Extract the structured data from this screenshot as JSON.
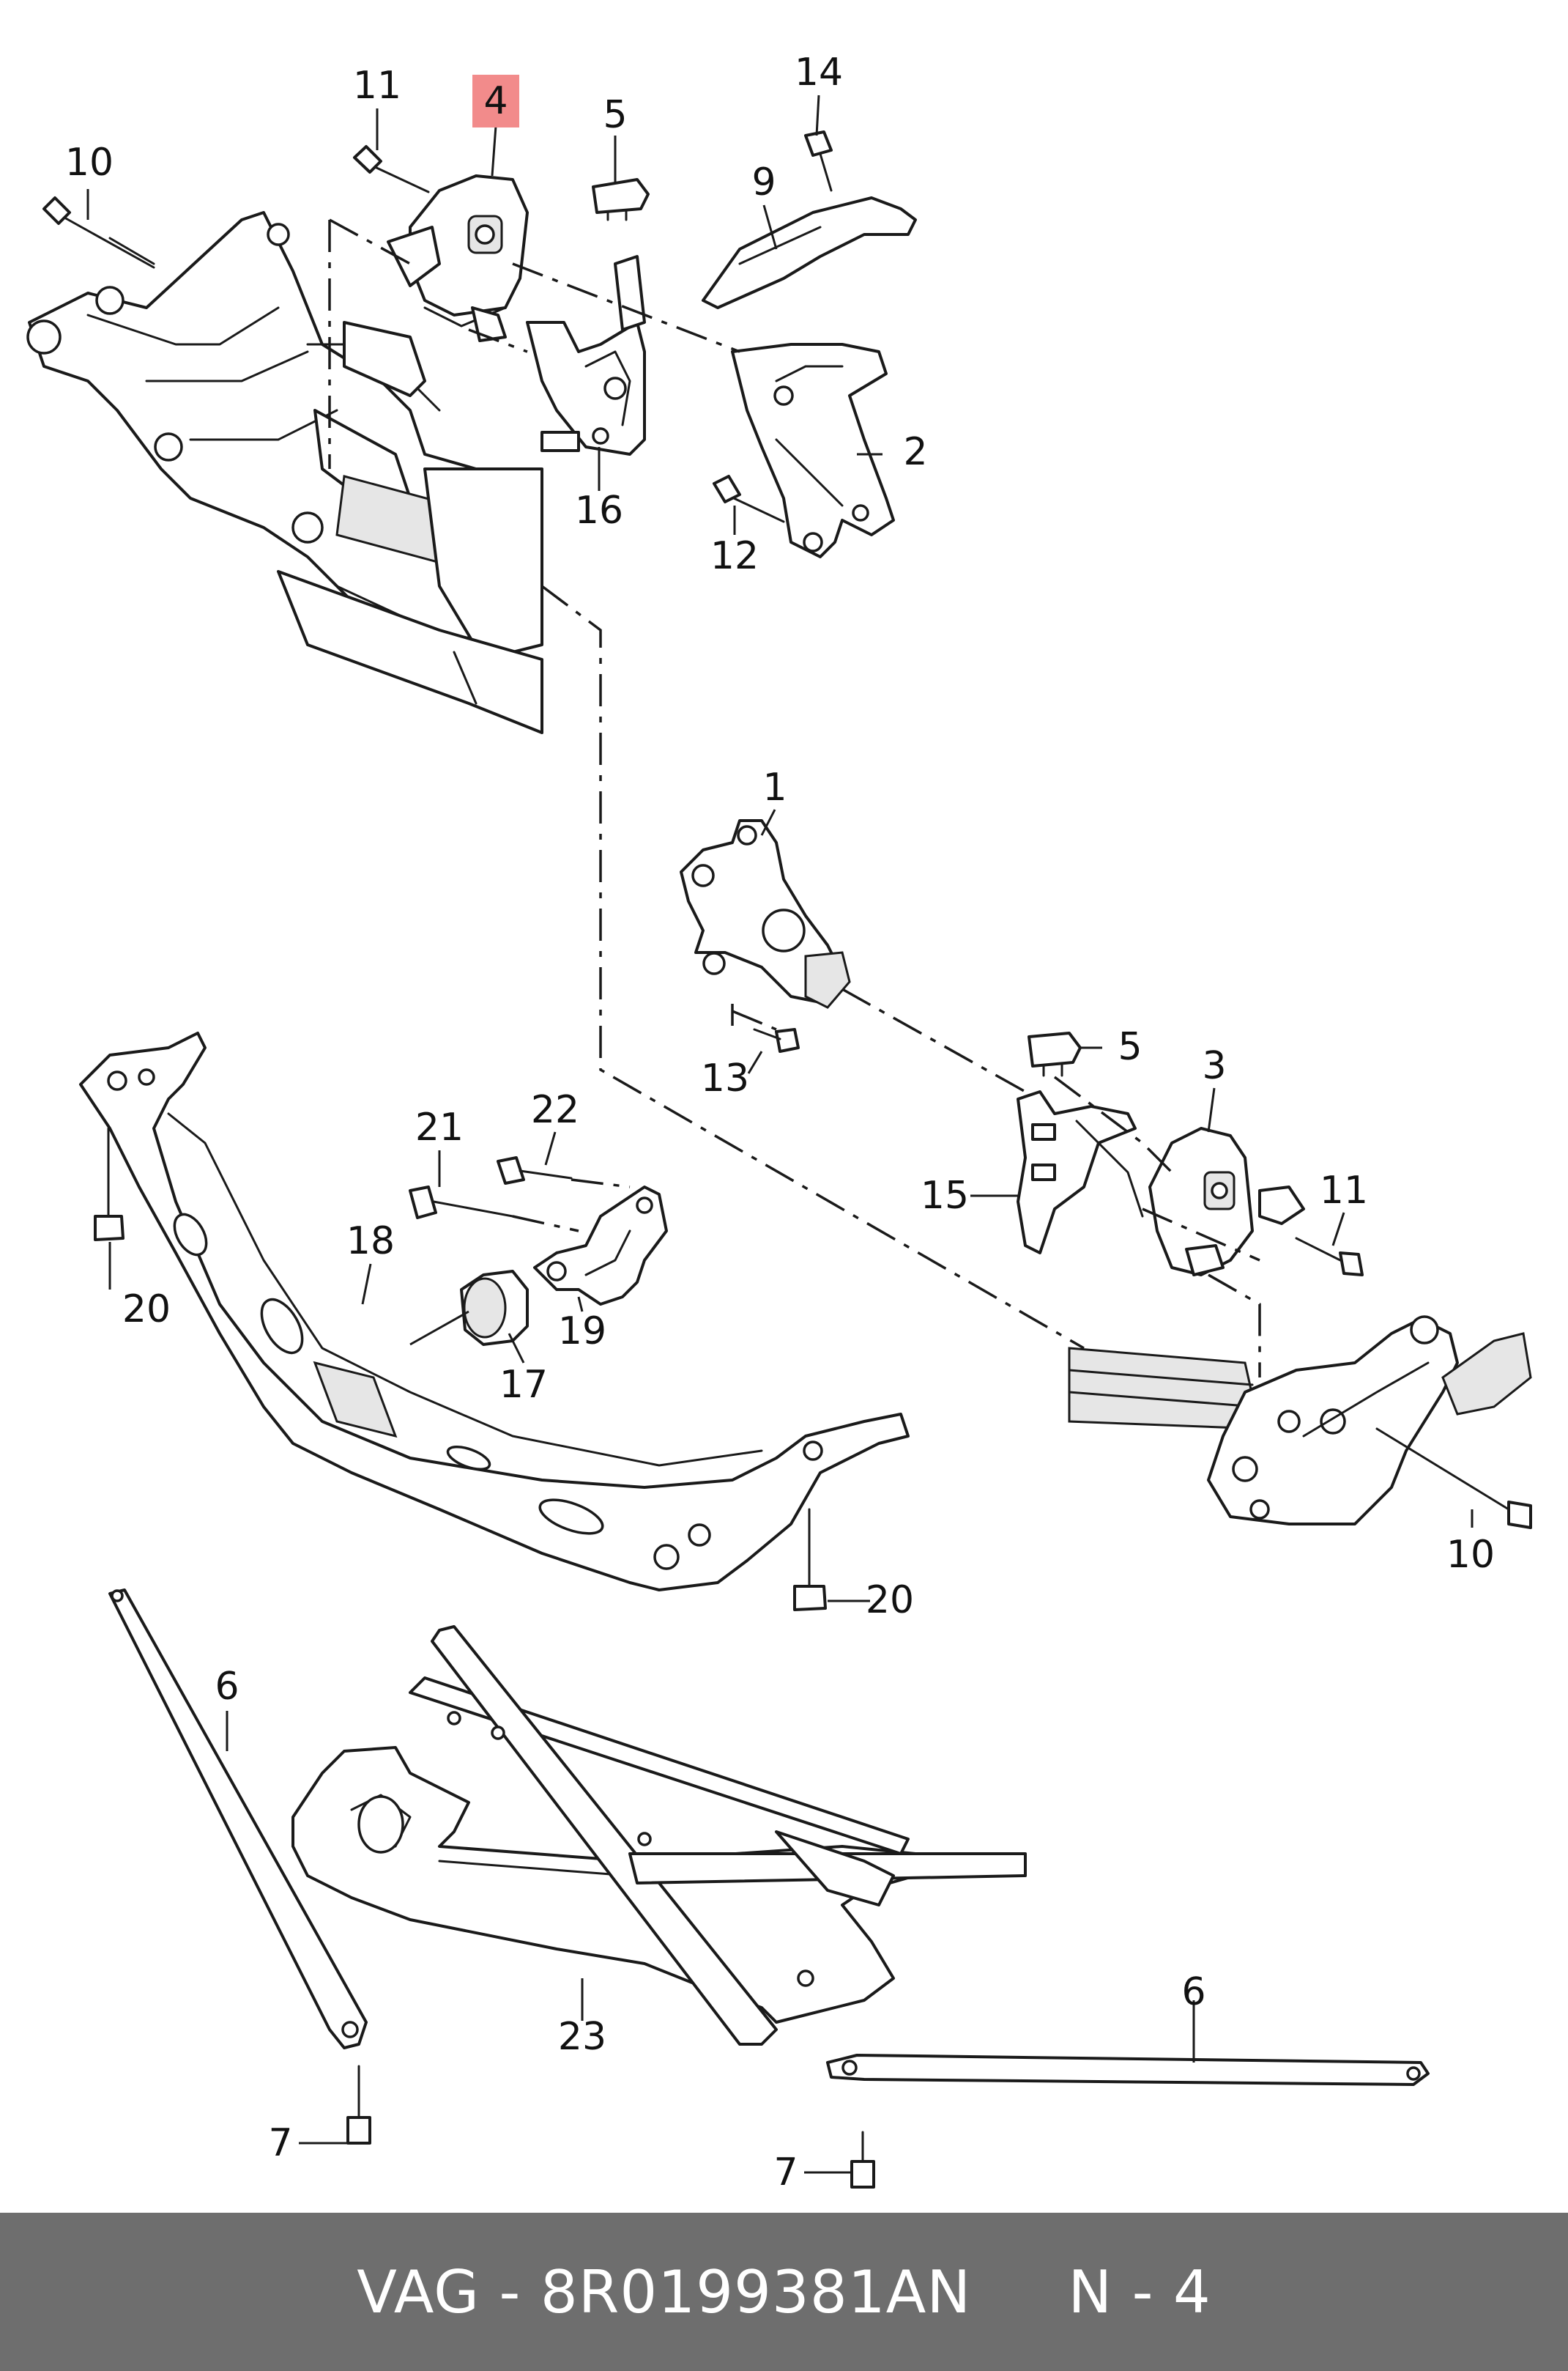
{
  "diagram": {
    "callouts": [
      {
        "id": "c-10-top",
        "label": "10"
      },
      {
        "id": "c-11-top",
        "label": "11"
      },
      {
        "id": "c-4",
        "label": "4"
      },
      {
        "id": "c-5-top",
        "label": "5"
      },
      {
        "id": "c-14",
        "label": "14"
      },
      {
        "id": "c-9",
        "label": "9"
      },
      {
        "id": "c-2",
        "label": "2"
      },
      {
        "id": "c-16",
        "label": "16"
      },
      {
        "id": "c-12",
        "label": "12"
      },
      {
        "id": "c-1",
        "label": "1"
      },
      {
        "id": "c-13",
        "label": "13"
      },
      {
        "id": "c-5-mid",
        "label": "5"
      },
      {
        "id": "c-3",
        "label": "3"
      },
      {
        "id": "c-15",
        "label": "15"
      },
      {
        "id": "c-11-mid",
        "label": "11"
      },
      {
        "id": "c-10-mid",
        "label": "10"
      },
      {
        "id": "c-21",
        "label": "21"
      },
      {
        "id": "c-22",
        "label": "22"
      },
      {
        "id": "c-18",
        "label": "18"
      },
      {
        "id": "c-19",
        "label": "19"
      },
      {
        "id": "c-17",
        "label": "17"
      },
      {
        "id": "c-20-left",
        "label": "20"
      },
      {
        "id": "c-20-right",
        "label": "20"
      },
      {
        "id": "c-6-left",
        "label": "6"
      },
      {
        "id": "c-6-right",
        "label": "6"
      },
      {
        "id": "c-23",
        "label": "23"
      },
      {
        "id": "c-7-left",
        "label": "7"
      },
      {
        "id": "c-7-right",
        "label": "7"
      }
    ],
    "highlight_color": "#f28b8b"
  },
  "footer": {
    "text": "VAG - 8R0199381AN     N - 4",
    "background": "#6e6e6e",
    "color": "#ffffff"
  }
}
